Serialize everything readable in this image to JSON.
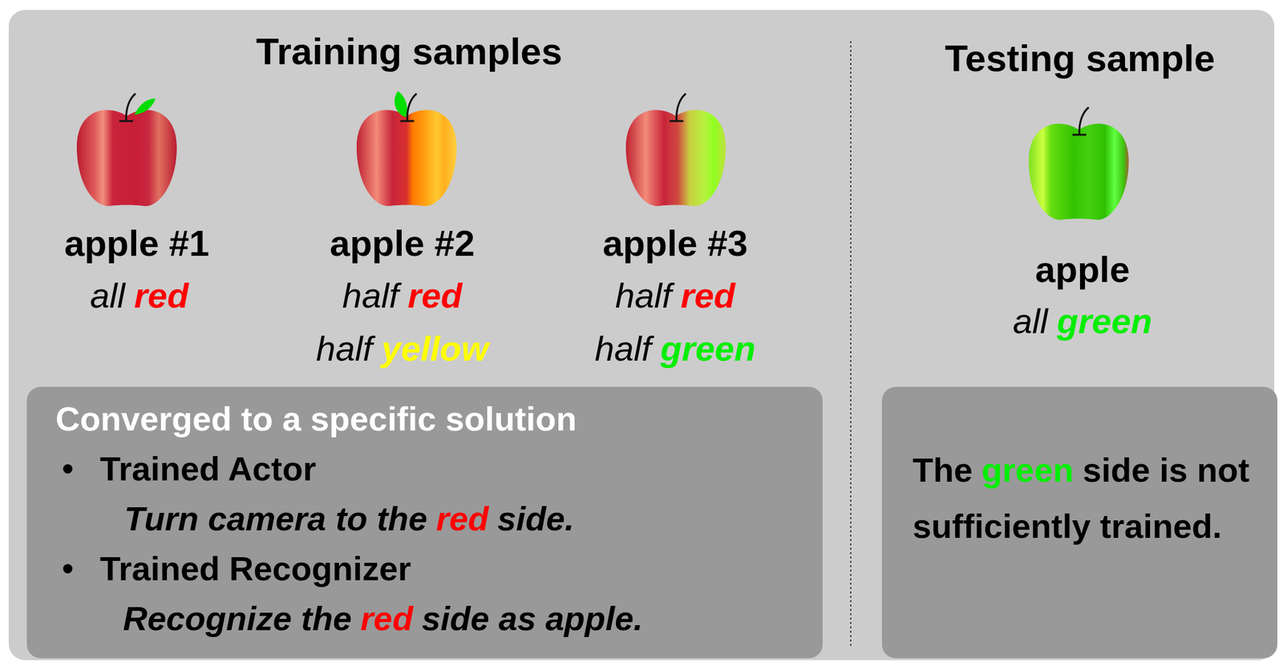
{
  "diagram": {
    "nodes": [
      {
        "text": [
          "Converged to a specific solution",
          "Trained Actor",
          "Turn camera to the",
          "red",
          "side.",
          "Trained Recognizer",
          "Recognize the",
          "red",
          "side as apple."
        ]
      },
      {
        "text": [
          "The",
          "green",
          "side is not sufficiently trained."
        ]
      }
    ],
    "labels": [
      "Training samples",
      "apple #1",
      "all",
      "red",
      "apple #2",
      "half",
      "red",
      "half",
      "yellow",
      "apple #3",
      "half",
      "red",
      "half",
      "green",
      "Testing sample",
      "apple",
      "all",
      "green"
    ]
  }
}
